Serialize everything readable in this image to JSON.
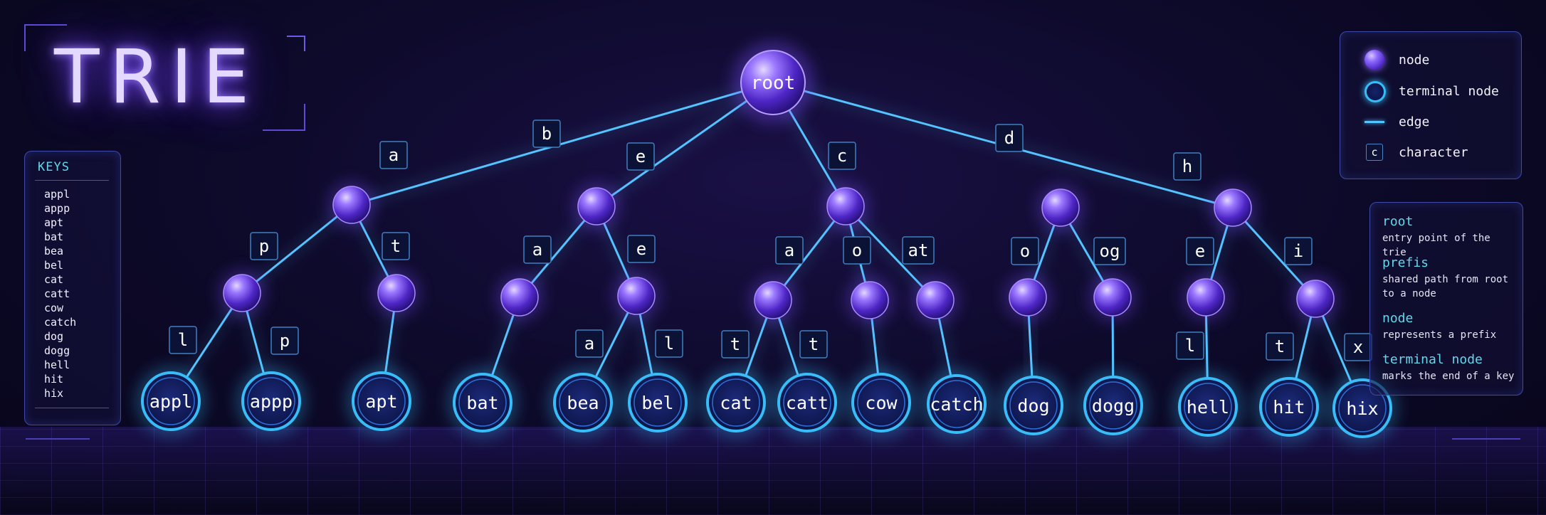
{
  "title": "TRIE",
  "colors": {
    "edge": "#53c4ff",
    "node": "#8f6bff",
    "terminal_ring": "#38bdf8",
    "accent_text": "#62d7ea",
    "title_glow": "#7c4dff"
  },
  "keys_panel": {
    "heading": "KEYS",
    "keys": [
      "appl",
      "appp",
      "apt",
      "bat",
      "bea",
      "bel",
      "cat",
      "catt",
      "cow",
      "catch",
      "dog",
      "dogg",
      "hell",
      "hit",
      "hix"
    ]
  },
  "legend": {
    "items": [
      {
        "symbol": "node",
        "label": "node"
      },
      {
        "symbol": "terminal",
        "label": "terminal node"
      },
      {
        "symbol": "edge",
        "label": "edge"
      },
      {
        "symbol": "char",
        "char": "c",
        "label": "character"
      }
    ]
  },
  "definitions": [
    {
      "term": "root",
      "desc": "entry point of the trie"
    },
    {
      "term": "prefis",
      "desc": "shared path from root to a node"
    },
    {
      "term": "node",
      "desc": "represents a prefix"
    },
    {
      "term": "terminal node",
      "desc": "marks the end of a key"
    }
  ],
  "tree": {
    "nodes": [
      {
        "id": "root",
        "type": "root",
        "label": "root"
      },
      {
        "id": "n_a",
        "type": "node"
      },
      {
        "id": "n_e",
        "type": "node"
      },
      {
        "id": "n_c",
        "type": "node"
      },
      {
        "id": "n_d",
        "type": "node"
      },
      {
        "id": "n_h",
        "type": "node"
      },
      {
        "id": "n_ap",
        "type": "node"
      },
      {
        "id": "n_at",
        "type": "node"
      },
      {
        "id": "n_ea",
        "type": "node"
      },
      {
        "id": "n_ee",
        "type": "node"
      },
      {
        "id": "n_ca",
        "type": "node"
      },
      {
        "id": "n_co",
        "type": "node"
      },
      {
        "id": "n_cat",
        "type": "node"
      },
      {
        "id": "n_do",
        "type": "node"
      },
      {
        "id": "n_dog",
        "type": "node"
      },
      {
        "id": "n_he",
        "type": "node"
      },
      {
        "id": "n_hi",
        "type": "node"
      },
      {
        "id": "t_appl",
        "type": "terminal",
        "label": "appl"
      },
      {
        "id": "t_appp",
        "type": "terminal",
        "label": "appp"
      },
      {
        "id": "t_apt",
        "type": "terminal",
        "label": "apt"
      },
      {
        "id": "t_bat",
        "type": "terminal",
        "label": "bat"
      },
      {
        "id": "t_bea",
        "type": "terminal",
        "label": "bea"
      },
      {
        "id": "t_bel",
        "type": "terminal",
        "label": "bel"
      },
      {
        "id": "t_cat",
        "type": "terminal",
        "label": "cat"
      },
      {
        "id": "t_catt",
        "type": "terminal",
        "label": "catt"
      },
      {
        "id": "t_cow",
        "type": "terminal",
        "label": "cow"
      },
      {
        "id": "t_catch",
        "type": "terminal",
        "label": "catch"
      },
      {
        "id": "t_dog",
        "type": "terminal",
        "label": "dog"
      },
      {
        "id": "t_dogg",
        "type": "terminal",
        "label": "dogg"
      },
      {
        "id": "t_hell",
        "type": "terminal",
        "label": "hell"
      },
      {
        "id": "t_hit",
        "type": "terminal",
        "label": "hit"
      },
      {
        "id": "t_hix",
        "type": "terminal",
        "label": "hix"
      }
    ],
    "edges": [
      {
        "from": "root",
        "to": "n_a",
        "char": "b"
      },
      {
        "from": "root",
        "to": "n_e",
        "char": "e"
      },
      {
        "from": "root",
        "to": "n_c",
        "char": "c"
      },
      {
        "from": "root",
        "to": "n_h",
        "char": "d"
      },
      {
        "from": "n_a",
        "to": "n_ap",
        "char": "p"
      },
      {
        "from": "n_a",
        "to": "n_at",
        "char": "t"
      },
      {
        "from": "n_e",
        "to": "n_ea",
        "char": "a"
      },
      {
        "from": "n_e",
        "to": "n_ee",
        "char": "e"
      },
      {
        "from": "n_c",
        "to": "n_ca",
        "char": "a"
      },
      {
        "from": "n_c",
        "to": "n_co",
        "char": "o"
      },
      {
        "from": "n_c",
        "to": "n_cat",
        "char": "at"
      },
      {
        "from": "n_d",
        "to": "n_do",
        "char": "o"
      },
      {
        "from": "n_d",
        "to": "n_dog",
        "char": "og"
      },
      {
        "from": "n_h",
        "to": "n_he",
        "char": "e"
      },
      {
        "from": "n_h",
        "to": "n_hi",
        "char": "i"
      },
      {
        "from": "n_ap",
        "to": "t_appl",
        "char": "l"
      },
      {
        "from": "n_ap",
        "to": "t_appp",
        "char": "p"
      },
      {
        "from": "n_at",
        "to": "t_apt",
        "char": ""
      },
      {
        "from": "n_ea",
        "to": "t_bat",
        "char": ""
      },
      {
        "from": "n_ee",
        "to": "t_bea",
        "char": "a"
      },
      {
        "from": "n_ee",
        "to": "t_bel",
        "char": "l"
      },
      {
        "from": "n_ca",
        "to": "t_cat",
        "char": "t"
      },
      {
        "from": "n_ca",
        "to": "t_catt",
        "char": "t"
      },
      {
        "from": "n_co",
        "to": "t_cow",
        "char": ""
      },
      {
        "from": "n_cat",
        "to": "t_catch",
        "char": ""
      },
      {
        "from": "n_do",
        "to": "t_dog",
        "char": ""
      },
      {
        "from": "n_dog",
        "to": "t_dogg",
        "char": ""
      },
      {
        "from": "n_he",
        "to": "t_hell",
        "char": "l"
      },
      {
        "from": "n_hi",
        "to": "t_hit",
        "char": "t"
      },
      {
        "from": "n_hi",
        "to": "t_hix",
        "char": "x"
      }
    ],
    "floating_labels": [
      "a",
      "h"
    ]
  }
}
